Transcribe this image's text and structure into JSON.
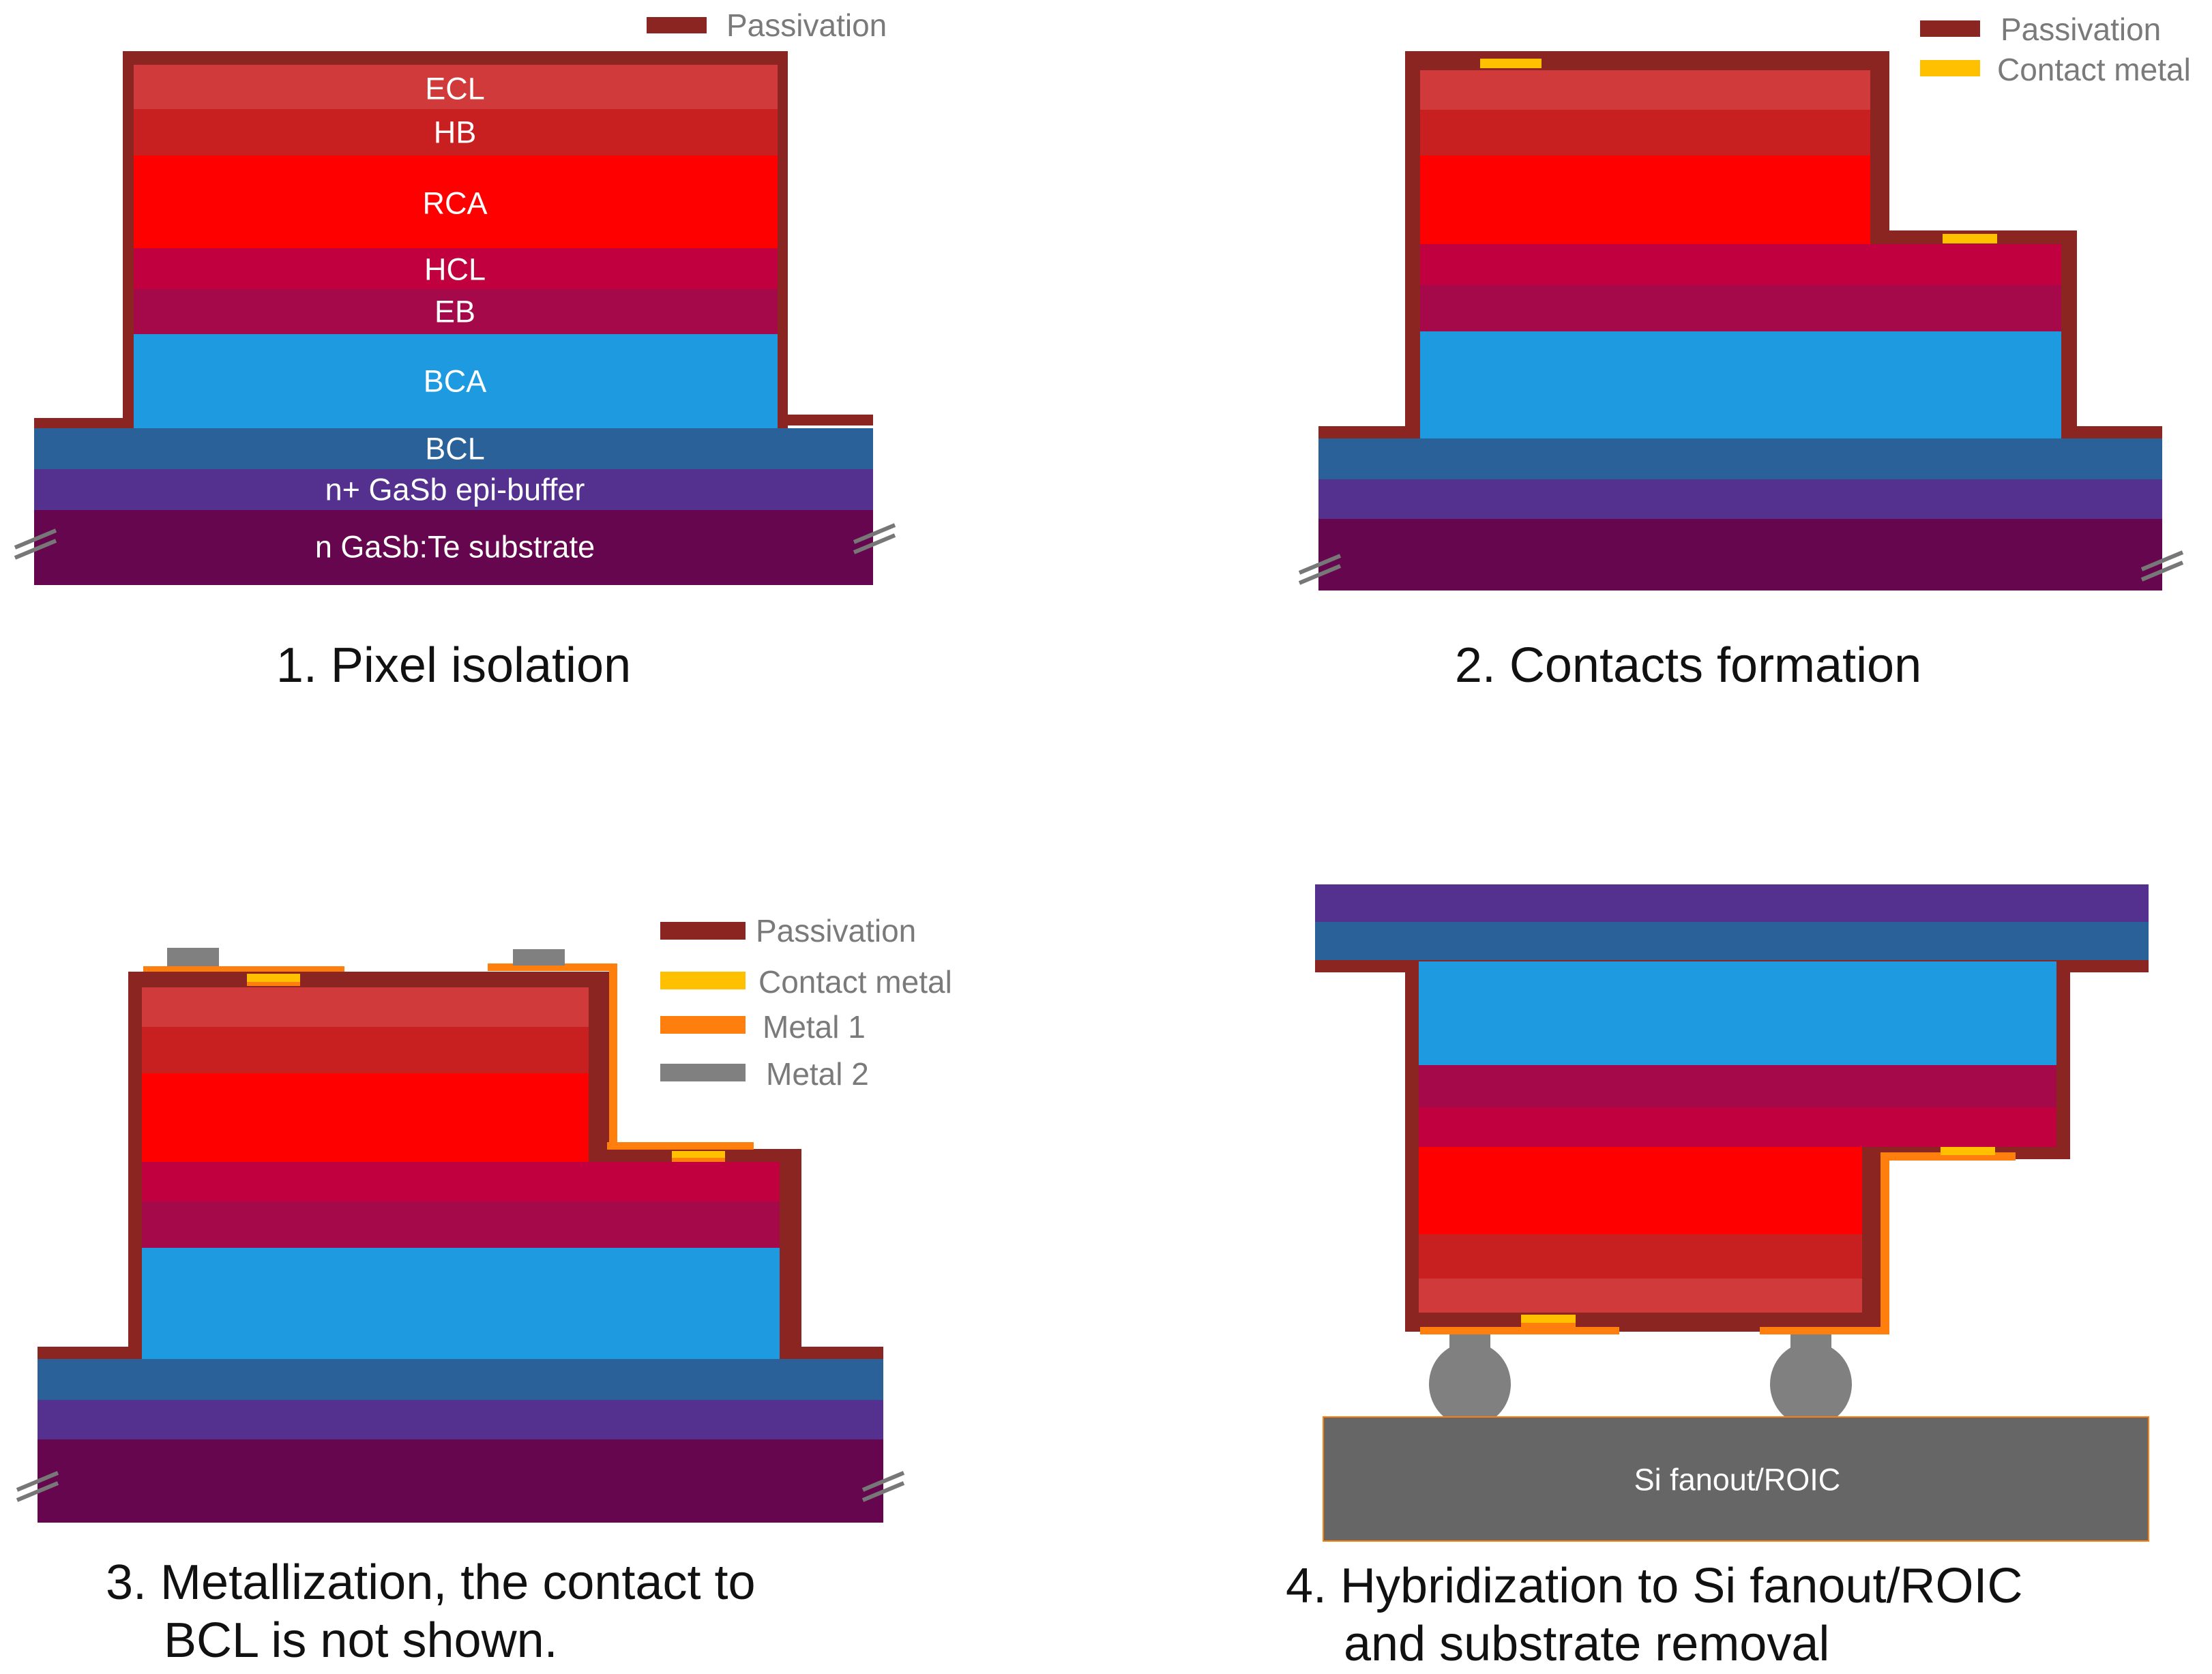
{
  "colors": {
    "passivation": "#8B2521",
    "contact_metal": "#FFC000",
    "metal1": "#FF7F0E",
    "metal2": "#808080",
    "ecl": "#D03A3A",
    "hb": "#C82020",
    "rca": "#FF0000",
    "hcl": "#C0003F",
    "eb": "#A6094A",
    "bca": "#1E9AE0",
    "bcl": "#2B6199",
    "epi_buffer": "#54308F",
    "substrate": "#65064F",
    "roic": "#666666"
  },
  "panel1": {
    "caption": "1. Pixel isolation",
    "legend": {
      "passivation": "Passivation"
    },
    "layers": {
      "ecl": "ECL",
      "hb": "HB",
      "rca": "RCA",
      "hcl": "HCL",
      "eb": "EB",
      "bca": "BCA",
      "bcl": "BCL",
      "epi": "n+ GaSb epi-buffer",
      "substrate": "n GaSb:Te substrate"
    }
  },
  "panel2": {
    "caption": "2. Contacts formation",
    "legend": {
      "passivation": "Passivation",
      "contact_metal": "Contact metal"
    }
  },
  "panel3": {
    "caption_line1": "3. Metallization, the contact to",
    "caption_line2": "BCL is not shown.",
    "legend": {
      "passivation": "Passivation",
      "contact_metal": "Contact metal",
      "metal1": "Metal 1",
      "metal2": "Metal 2"
    }
  },
  "panel4": {
    "caption_line1": "4. Hybridization to Si fanout/ROIC",
    "caption_line2": "and substrate removal",
    "roic_label": "Si fanout/ROIC"
  }
}
